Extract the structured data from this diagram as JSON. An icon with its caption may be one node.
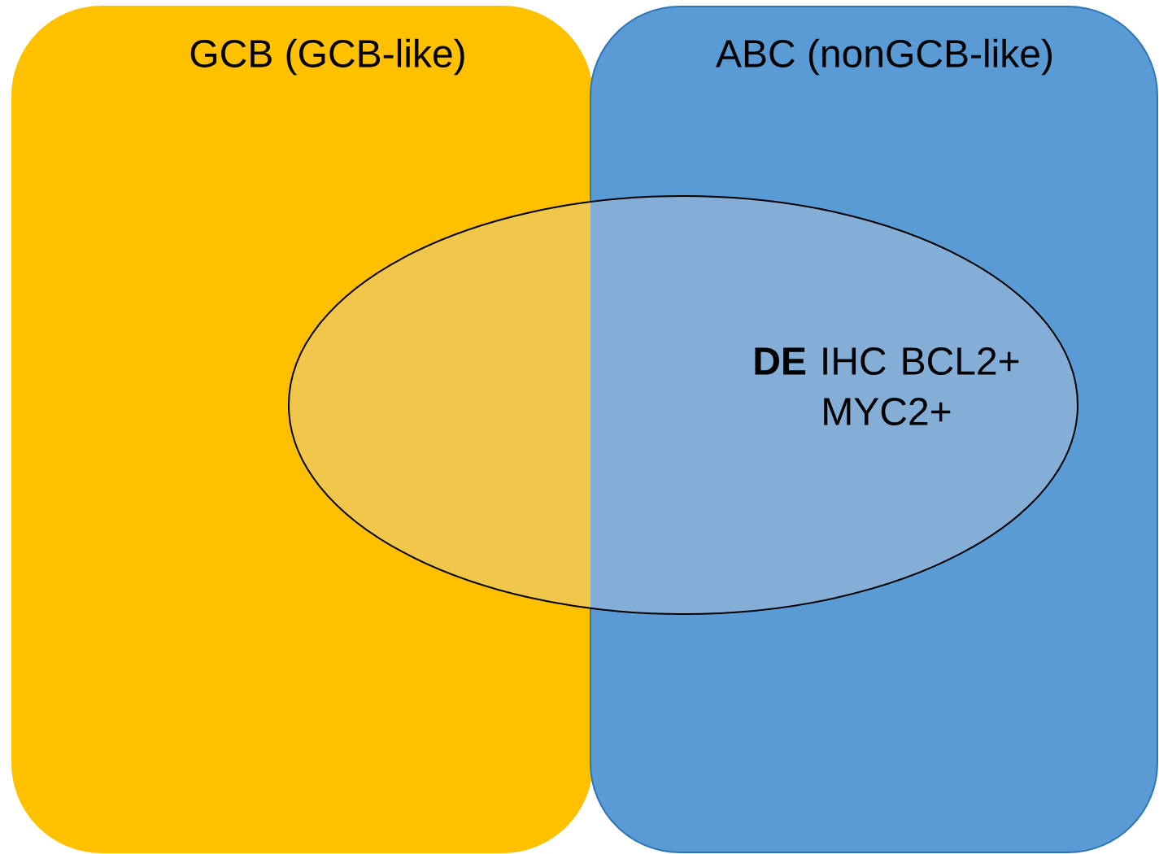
{
  "diagram": {
    "nodes": [
      {
        "text": [
          "GCB (GCB-like)"
        ]
      },
      {
        "text": [
          "ABC (nonGCB-like)"
        ]
      },
      {
        "text": [
          "**DE** IHC BCL2+ MYC2+"
        ]
      }
    ]
  }
}
